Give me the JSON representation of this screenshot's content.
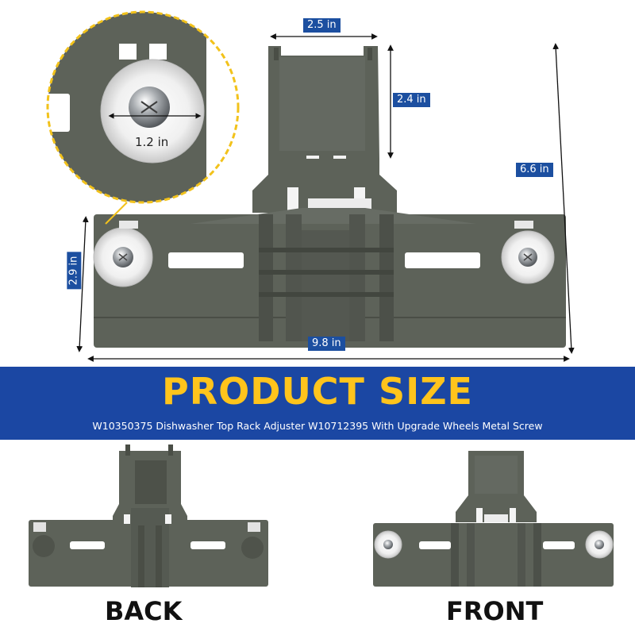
{
  "dimensions": {
    "width_label": "2.5 in",
    "slide_height_label": "2.4 in",
    "total_height_label": "6.6 in",
    "wheel_diameter_label": "1.2 in",
    "side_height_label": "2.9 in",
    "total_width_label": "9.8 in"
  },
  "banner": {
    "title": "PRODUCT SIZE",
    "subtitle": "W10350375 Dishwasher Top Rack Adjuster W10712395 With Upgrade Wheels Metal Screw"
  },
  "views": {
    "back_label": "BACK",
    "front_label": "FRONT"
  },
  "colors": {
    "plastic": "#5d6259",
    "plastic_dark": "#474b44",
    "banner": "#1b47a3",
    "title": "#ffc41c",
    "dim_badge": "#1c4fa0",
    "zoom_ring": "#f2c21b"
  }
}
